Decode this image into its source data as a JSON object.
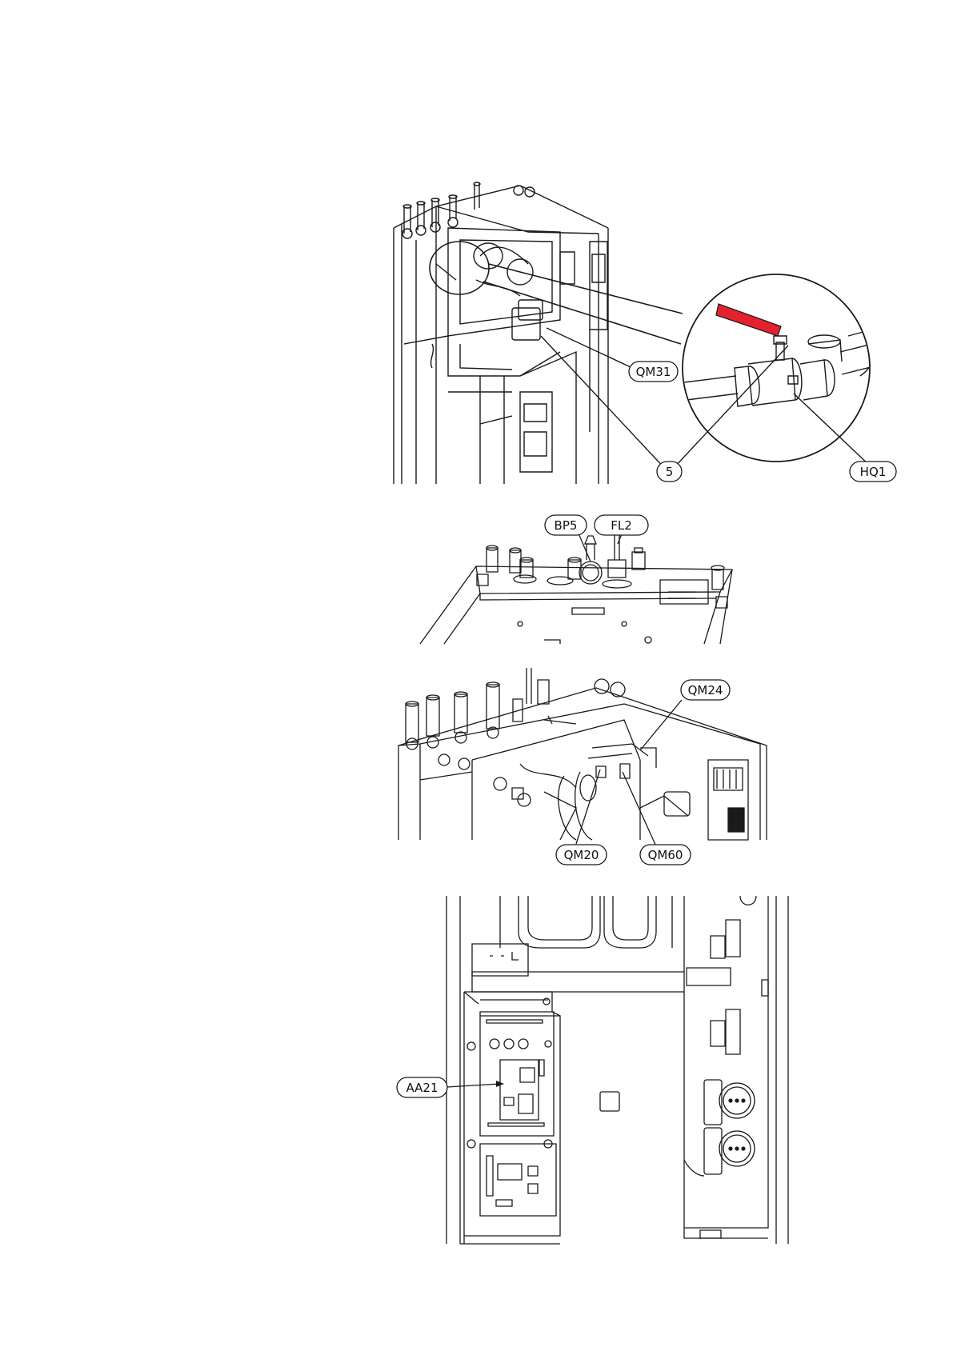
{
  "labels": {
    "qm31": "QM31",
    "five": "5",
    "hq1": "HQ1",
    "bp5": "BP5",
    "fl2": "FL2",
    "qm24": "QM24",
    "qm20": "QM20",
    "qm60": "QM60",
    "aa21": "AA21"
  },
  "colors": {
    "line": "#1a1a1a",
    "handle": "#e3222d",
    "label_fill": "#ffffff"
  }
}
